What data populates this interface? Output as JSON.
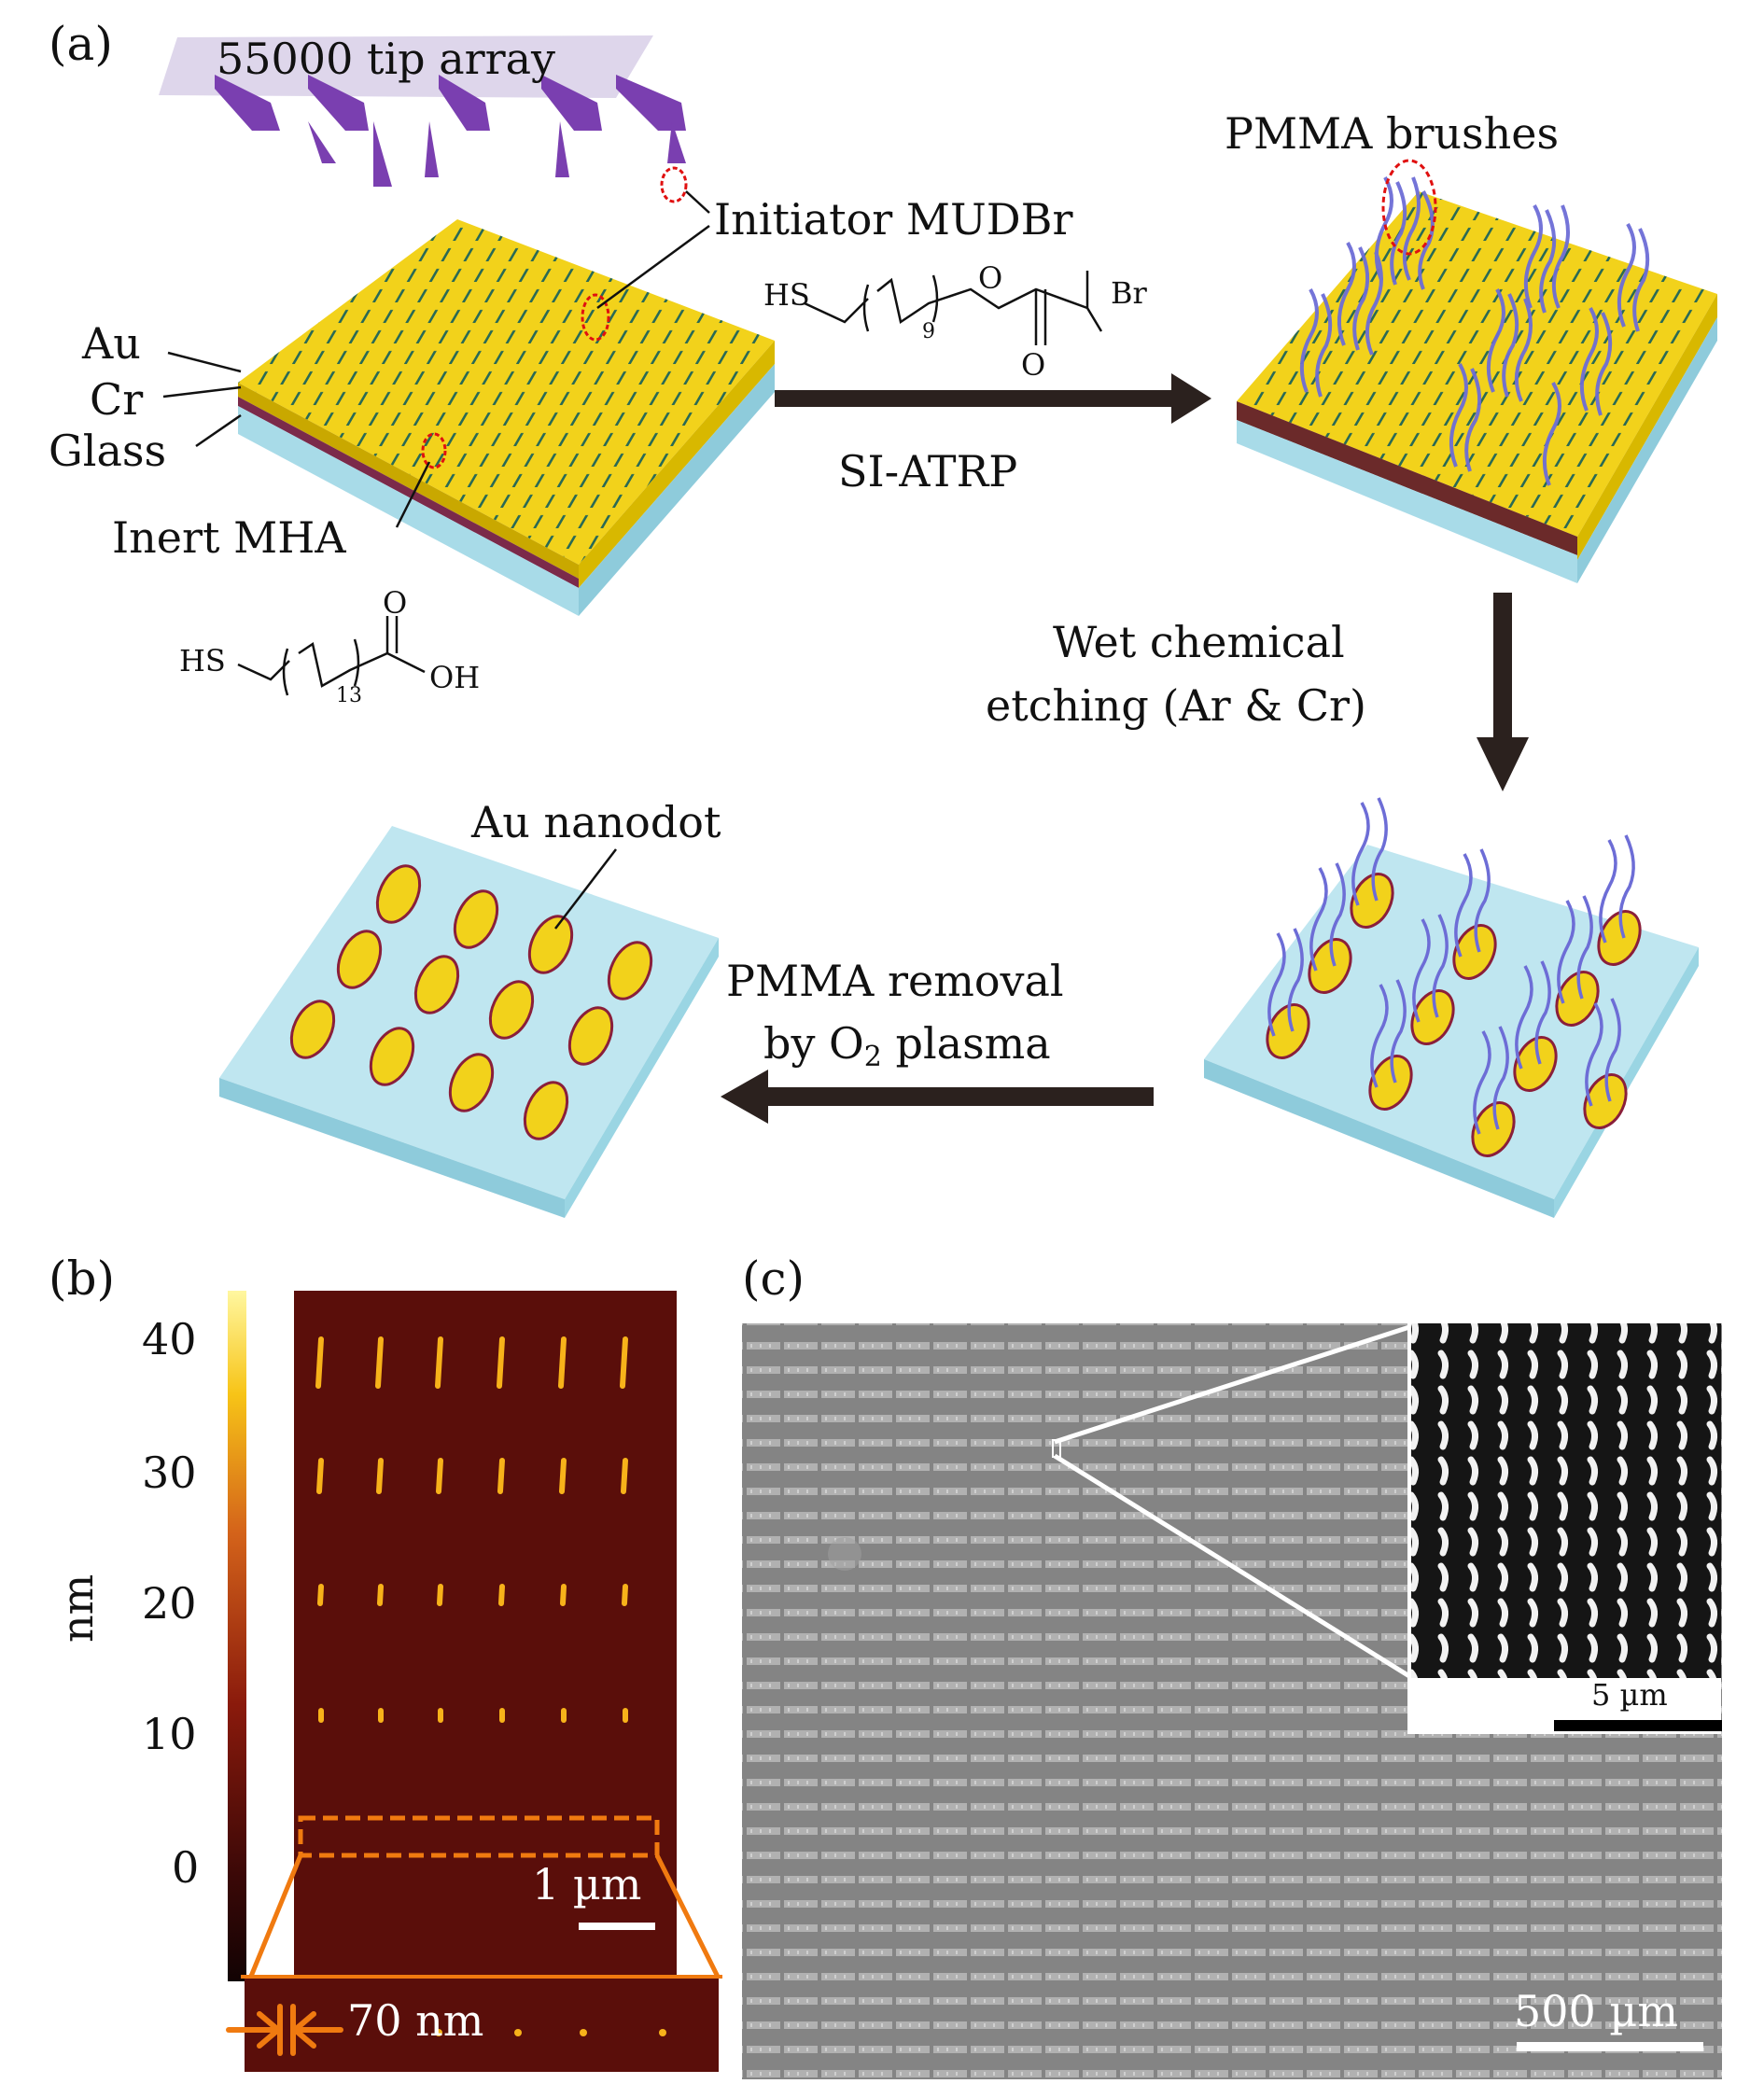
{
  "panel_a": {
    "letter": "(a)",
    "tip_array_label": "55000 tip array",
    "initiator_label": "Initiator MUDBr",
    "mudbr": {
      "hs": "HS",
      "sub": "9",
      "o_ester": "O",
      "o_carbonyl": "O",
      "br": "Br"
    },
    "layer_au": "Au",
    "layer_cr": "Cr",
    "layer_glass": "Glass",
    "inert_label": "Inert MHA",
    "mha": {
      "hs": "HS",
      "sub": "13",
      "o": "O",
      "oh": "OH"
    },
    "step1": "SI-ATRP",
    "pmma_brushes": "PMMA brushes",
    "step2_line1": "Wet chemical",
    "step2_line2": "etching (Ar & Cr)",
    "au_nanodot": "Au nanodot",
    "step3_line1": "PMMA removal",
    "step3_line2_pre": "by O",
    "step3_line2_sub": "2",
    "step3_line2_post": " plasma"
  },
  "panel_b": {
    "letter": "(b)",
    "colorbar_unit": "nm",
    "colorbar_ticks": [
      "40",
      "30",
      "20",
      "10",
      "0"
    ],
    "scale_bar": "1 µm",
    "zoom_width": "70 nm"
  },
  "panel_c": {
    "letter": "(c)",
    "inset_scale": "5 µm",
    "scale_bar": "500 µm"
  },
  "colors": {
    "gold": "#f2d21b",
    "glass": "#a8dbe8",
    "brush": "#7b7bd8",
    "afm_bg": "#5a0e0a",
    "orange": "#f07a10",
    "arrow": "#2b211e"
  }
}
